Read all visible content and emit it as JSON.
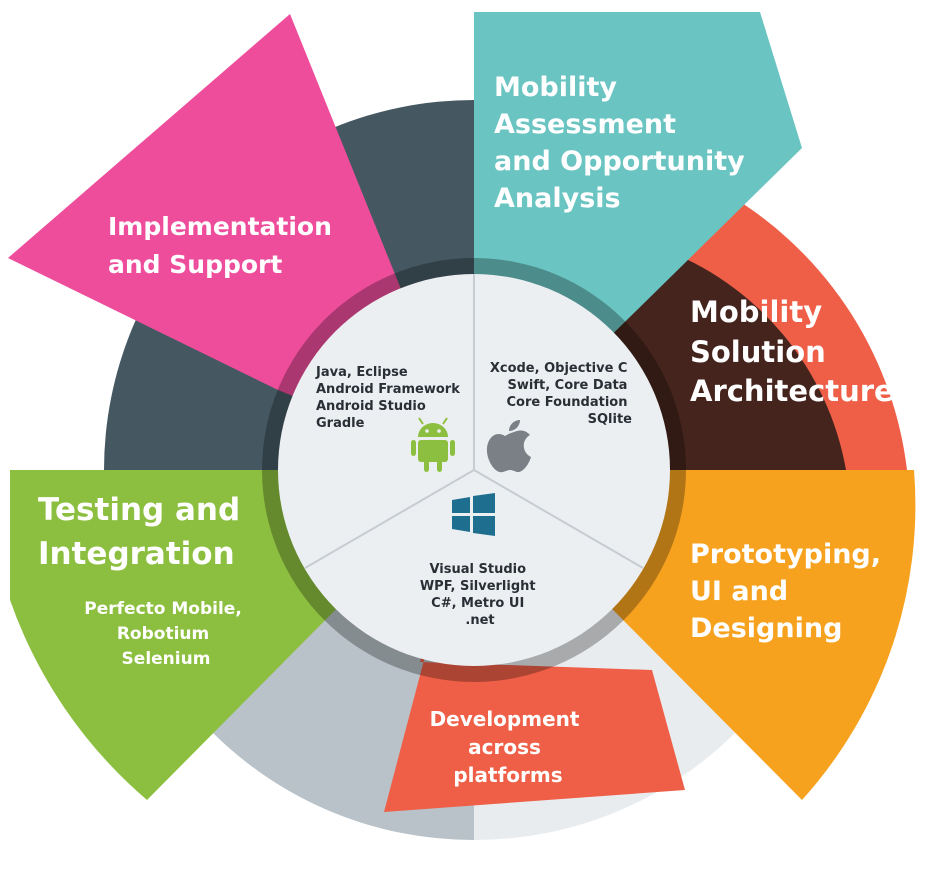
{
  "colors": {
    "pink": "#ee4d9b",
    "teal": "#6ac4c2",
    "dark_brown": "#44241d",
    "coral": "#ef5f47",
    "orange": "#f7a21f",
    "green": "#8cbf3f",
    "slate": "#455862",
    "light_gray": "#e9ecef",
    "mid_gray": "#b8c2c8",
    "center_fill": "#eceff2"
  },
  "segments": {
    "mobility_assessment": {
      "lines": [
        "Mobility",
        "Assessment",
        "and Opportunity",
        "Analysis"
      ]
    },
    "solution_architecture": {
      "lines": [
        "Mobility",
        "Solution",
        "Architecture"
      ]
    },
    "prototyping": {
      "lines": [
        "Prototyping,",
        "UI and",
        "Designing"
      ]
    },
    "development": {
      "lines": [
        "Development",
        "across",
        "platforms"
      ]
    },
    "testing": {
      "lines": [
        "Testing and",
        "Integration"
      ],
      "tools": [
        "Perfecto Mobile,",
        "Robotium",
        "Selenium"
      ]
    },
    "implementation": {
      "lines": [
        "Implementation",
        "and Support"
      ]
    }
  },
  "platforms": {
    "android": {
      "icon": "android-icon",
      "lines": [
        "Java, Eclipse",
        "Android Framework",
        "Android Studio",
        "Gradle"
      ]
    },
    "apple": {
      "icon": "apple-icon",
      "lines": [
        "Xcode, Objective C",
        "Swift, Core Data",
        "Core Foundation",
        "SQlite"
      ]
    },
    "windows": {
      "icon": "windows-icon",
      "lines": [
        "Visual Studio",
        "WPF, Silverlight",
        "C#, Metro UI",
        ".net"
      ]
    }
  }
}
